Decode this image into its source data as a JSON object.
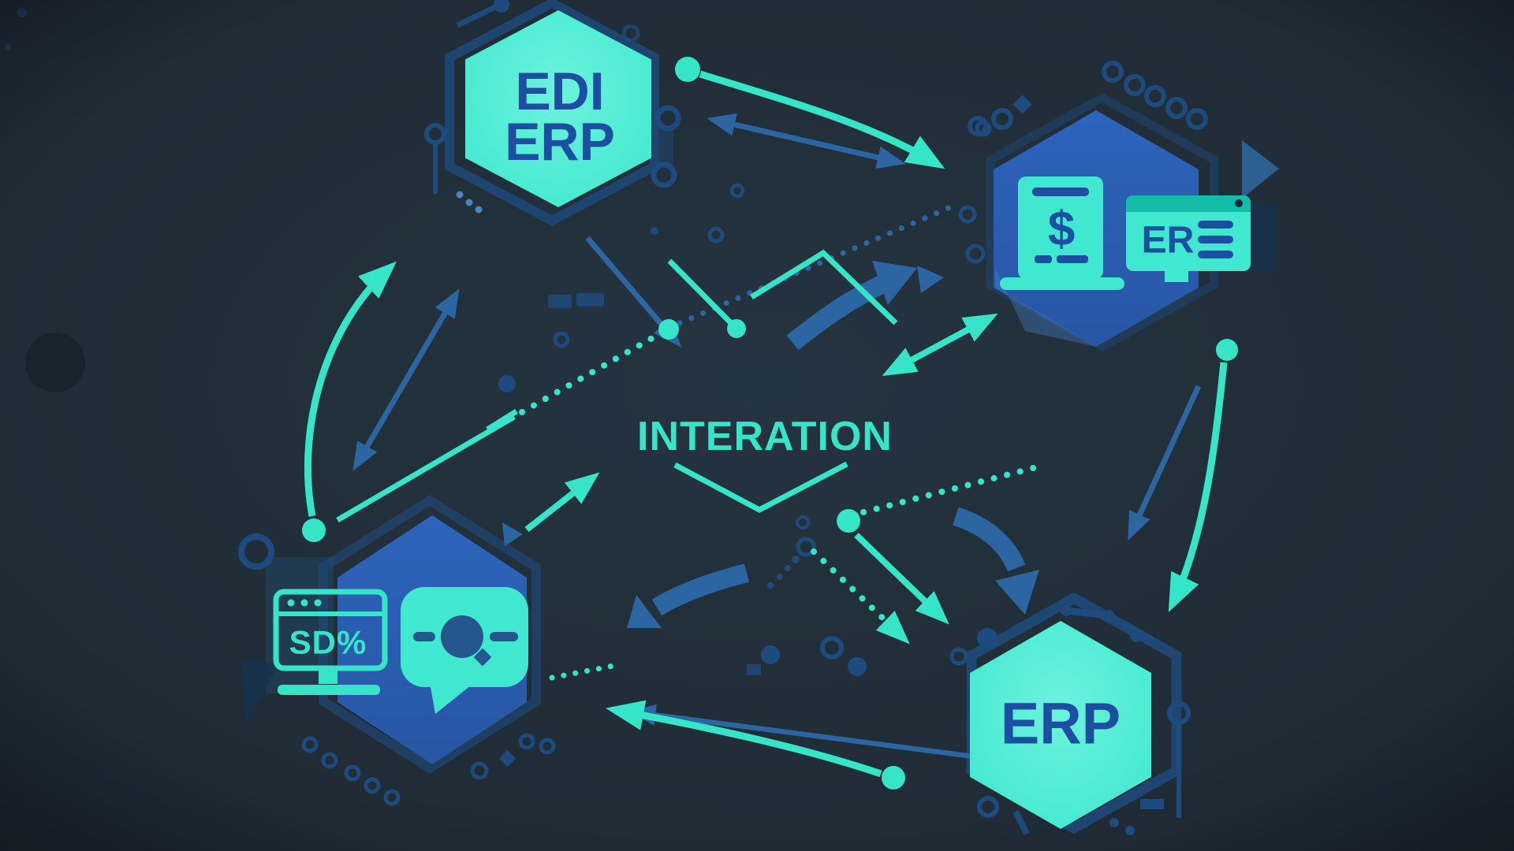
{
  "scene": {
    "title": "INTERATION",
    "top_node": {
      "line1": "EDI",
      "line2": "ERP"
    },
    "right_node": {
      "invoice_symbol": "$",
      "window_label": "ER"
    },
    "bottom_left_node": {
      "monitor_label": "SD%"
    },
    "bottom_right_node": {
      "label": "ERP"
    }
  },
  "colors": {
    "background": "#202C36",
    "teal": "#36E4C8",
    "teal_fill": "#3FE8CE",
    "teal_fill_light": "#6CF2DD",
    "blue_hex": "#2C64BC",
    "blue_hex_dark": "#2856A4",
    "arrow_blue": "#2B66A3",
    "navy": "#1E4B7E",
    "navy_dark": "#16324E",
    "text_blue": "#1D4FA0",
    "window_bar": "#12BCA8",
    "bubble_inner": "#25578E",
    "banner": "#1F4560"
  }
}
